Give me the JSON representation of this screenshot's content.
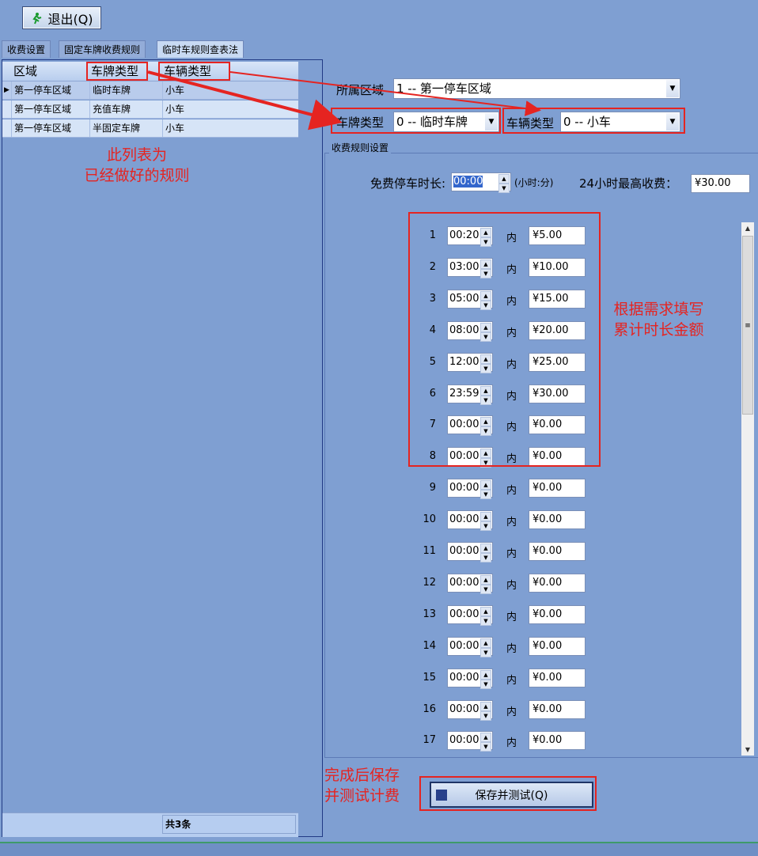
{
  "toolbar": {
    "exit_label": "退出(Q)"
  },
  "tabs": [
    "收费设置",
    "固定车牌收费规则",
    "临时车规则查表法"
  ],
  "grid": {
    "headers": [
      "区域",
      "车牌类型",
      "车辆类型"
    ],
    "rows": [
      [
        "第一停车区域",
        "临时车牌",
        "小车"
      ],
      [
        "第一停车区域",
        "充值车牌",
        "小车"
      ],
      [
        "第一停车区域",
        "半固定车牌",
        "小车"
      ]
    ],
    "footer_count": "共3条"
  },
  "form": {
    "area_label": "所属区域",
    "area_value": "1 -- 第一停车区域",
    "plate_type_label": "车牌类型",
    "plate_type_value": "0 -- 临时车牌",
    "vehicle_type_label": "车辆类型",
    "vehicle_type_value": "0 -- 小车",
    "group_title": "收费规则设置",
    "free_label": "免费停车时长:",
    "free_value": "00:00",
    "free_unit": "(小时:分)",
    "max_label": "24小时最高收费：",
    "max_value": "¥30.00"
  },
  "rules": [
    {
      "n": "1",
      "time": "00:20",
      "within": "内",
      "fee": "¥5.00"
    },
    {
      "n": "2",
      "time": "03:00",
      "within": "内",
      "fee": "¥10.00"
    },
    {
      "n": "3",
      "time": "05:00",
      "within": "内",
      "fee": "¥15.00"
    },
    {
      "n": "4",
      "time": "08:00",
      "within": "内",
      "fee": "¥20.00"
    },
    {
      "n": "5",
      "time": "12:00",
      "within": "内",
      "fee": "¥25.00"
    },
    {
      "n": "6",
      "time": "23:59",
      "within": "内",
      "fee": "¥30.00"
    },
    {
      "n": "7",
      "time": "00:00",
      "within": "内",
      "fee": "¥0.00"
    },
    {
      "n": "8",
      "time": "00:00",
      "within": "内",
      "fee": "¥0.00"
    },
    {
      "n": "9",
      "time": "00:00",
      "within": "内",
      "fee": "¥0.00"
    },
    {
      "n": "10",
      "time": "00:00",
      "within": "内",
      "fee": "¥0.00"
    },
    {
      "n": "11",
      "time": "00:00",
      "within": "内",
      "fee": "¥0.00"
    },
    {
      "n": "12",
      "time": "00:00",
      "within": "内",
      "fee": "¥0.00"
    },
    {
      "n": "13",
      "time": "00:00",
      "within": "内",
      "fee": "¥0.00"
    },
    {
      "n": "14",
      "time": "00:00",
      "within": "内",
      "fee": "¥0.00"
    },
    {
      "n": "15",
      "time": "00:00",
      "within": "内",
      "fee": "¥0.00"
    },
    {
      "n": "16",
      "time": "00:00",
      "within": "内",
      "fee": "¥0.00"
    },
    {
      "n": "17",
      "time": "00:00",
      "within": "内",
      "fee": "¥0.00"
    }
  ],
  "save_label": "保存并测试(Q)",
  "annotations": {
    "list_note_1": "此列表为",
    "list_note_2": "已经做好的规则",
    "fill_note_1": "根据需求填写",
    "fill_note_2": "累计时长金额",
    "save_note_1": "完成后保存",
    "save_note_2": "并测试计费"
  },
  "colors": {
    "annotation": "#e52421",
    "background": "#7f9fd2"
  },
  "icons": {
    "exit": "running-man-icon",
    "save": "floppy-disk-icon"
  }
}
